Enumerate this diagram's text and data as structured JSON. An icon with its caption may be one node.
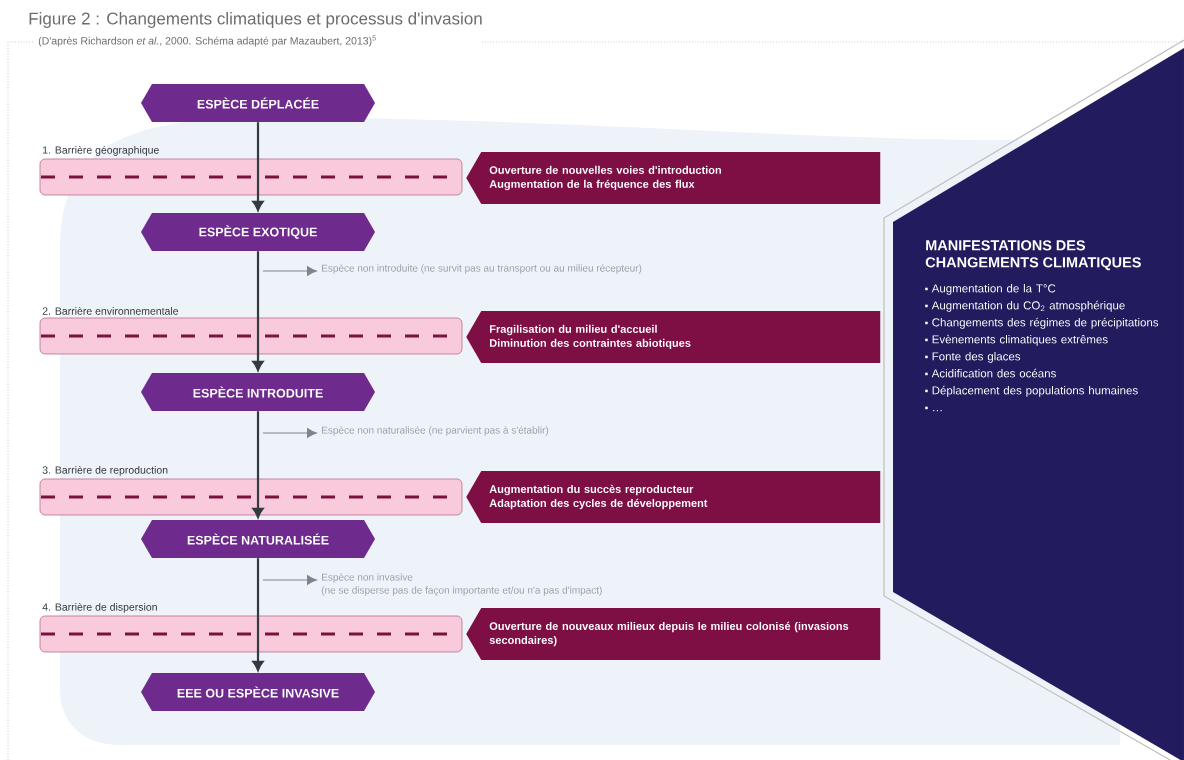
{
  "diagram": {
    "title": "Figure 2 : Changements climatiques et processus d'invasion",
    "nodes": [
      {
        "text": [
          "ESPÈCE DÉPLACÉE"
        ]
      },
      {
        "text": [
          "1. Barrière géographique"
        ]
      },
      {
        "text": [
          "Ouverture de nouvelles voies d'introduction",
          "Augmentation de la fréquence des flux"
        ]
      },
      {
        "text": [
          "ESPÈCE EXOTIQUE"
        ]
      },
      {
        "text": [
          "Espèce non introduite (ne survit pas au transport ou au milieu récepteur)"
        ]
      },
      {
        "text": [
          "2. Barrière environnementale"
        ]
      },
      {
        "text": [
          "Fragilisation du milieu d'accueil",
          "Diminution des contraintes abiotiques"
        ]
      },
      {
        "text": [
          "ESPÈCE INTRODUITE"
        ]
      },
      {
        "text": [
          "Espèce non naturalisée (ne parvient pas à s'établir)"
        ]
      },
      {
        "text": [
          "3. Barrière de reproduction"
        ]
      },
      {
        "text": [
          "Augmentation du succès reproducteur",
          "Adaptation des cycles de développement"
        ]
      },
      {
        "text": [
          "ESPÈCE NATURALISÉE"
        ]
      },
      {
        "text": [
          "Espèce non invasive",
          "(ne se disperse pas de façon importante et/ou n'a pas d'impact)"
        ]
      },
      {
        "text": [
          "4. Barrière de dispersion"
        ]
      },
      {
        "text": [
          "Ouverture de nouveaux milieux depuis le milieu colonisé (invasions secondaires)"
        ]
      },
      {
        "text": [
          "EEE OU ESPÈCE INVASIVE"
        ]
      },
      {
        "text": [
          "MANIFESTATIONS DES CHANGEMENTS CLIMATIQUES",
          "Augmentation de la T°C",
          "Augmentation du CO$_{2}$ atmosphérique",
          "Changements des régimes de précipitations",
          "Evènements climatiques extrêmes",
          "Fonte des glaces",
          "Acidification des océans",
          "Déplacement des populations humaines",
          "…"
        ]
      }
    ],
    "edges": [
      {
        "from": 0,
        "to": 3,
        "arrow": "to"
      },
      {
        "from": 3,
        "to": 7,
        "arrow": "to"
      },
      {
        "from": 7,
        "to": 11,
        "arrow": "to"
      },
      {
        "from": 11,
        "to": 15,
        "arrow": "to"
      },
      {
        "from": null,
        "to": 4,
        "arrow": "to",
        "color": "#7d858f"
      },
      {
        "from": null,
        "to": 8,
        "arrow": "to",
        "color": "#7d858f"
      },
      {
        "from": null,
        "to": 12,
        "arrow": "to",
        "color": "#7d858f"
      }
    ],
    "labels": [
      "(D'après Richardson *et al.*, 2000. Schéma adapté par Mazaubert, 2013)$^{5}$"
    ]
  }
}
